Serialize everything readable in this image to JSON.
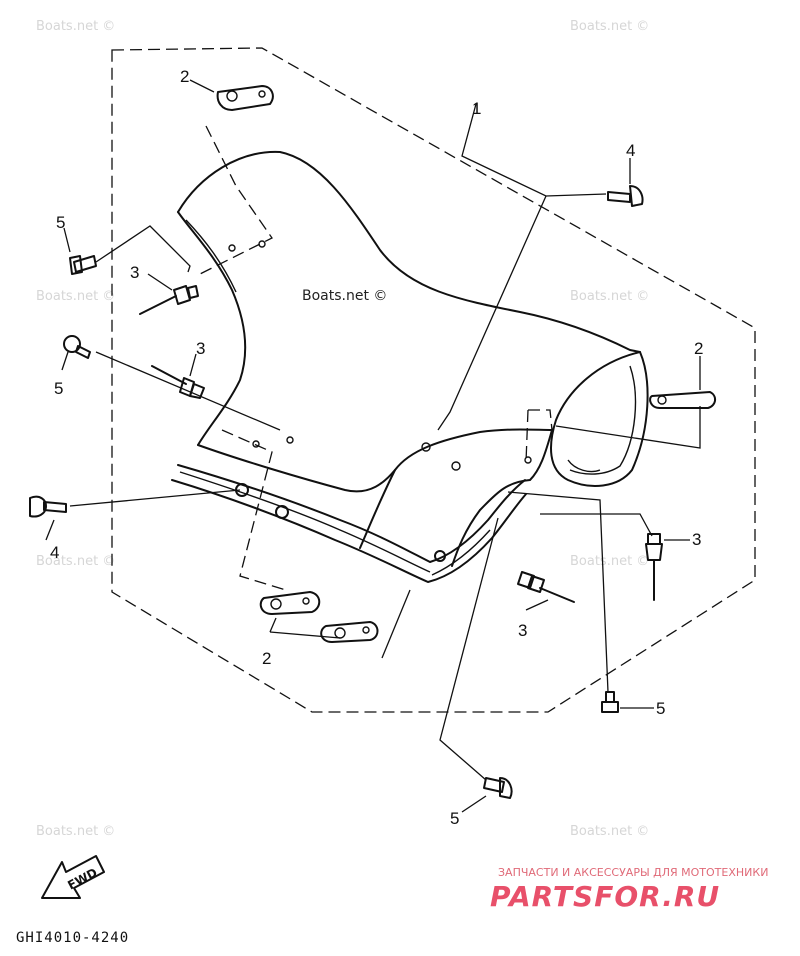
{
  "watermark": "Boats.net ©",
  "callouts": {
    "c1": "1",
    "c2a": "2",
    "c2b": "2",
    "c2c": "2",
    "c3a": "3",
    "c3b": "3",
    "c3c": "3",
    "c3d": "3",
    "c4a": "4",
    "c4b": "4",
    "c5a": "5",
    "c5b": "5",
    "c5c": "5",
    "c5d": "5"
  },
  "direction_label": "FWD",
  "diagram_code": "GHI4010-4240",
  "brand": {
    "tagline": "ЗАПЧАСТИ И АКСЕССУАРЫ ДЛЯ МОТОТЕХНИКИ",
    "name": "PARTSFOR.RU"
  },
  "colors": {
    "ink": "#111111",
    "brand": "#e8506a",
    "watermark": "#d6d6d6"
  }
}
